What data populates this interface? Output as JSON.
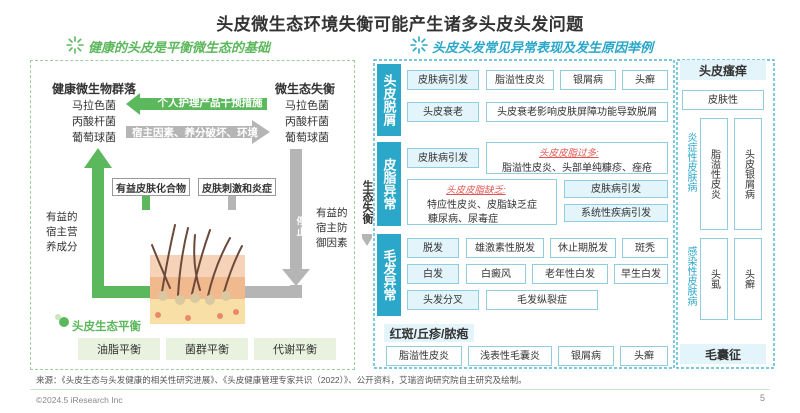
{
  "title": "头皮微生态环境失衡可能产生诸多头皮头发问题",
  "left_section": {
    "heading": "健康的头皮是平衡微生态的基础",
    "healthy_head": "健康微生物群落",
    "healthy_items": [
      "马拉色菌",
      "丙酸杆菌",
      "葡萄球菌"
    ],
    "imbalance_head": "微生态失衡",
    "imbalance_items": [
      "马拉色菌",
      "丙酸杆菌",
      "葡萄球菌"
    ],
    "arrow_top": "个人护理产品干预措施",
    "arrow_bottom": "宿主因素、养分破坏、环境",
    "compound_box": "有益皮肤化合物",
    "irritation_box": "皮肤刺激和炎症",
    "nutrient_text": [
      "有益的",
      "宿主营",
      "养成分"
    ],
    "defense_text": [
      "有益的",
      "宿主防",
      "御因素"
    ],
    "stop_label": "停止",
    "balance_head": "头皮生态平衡",
    "balance_items": [
      "油脂平衡",
      "菌群平衡",
      "代谢平衡"
    ]
  },
  "middle_label": "生态失衡",
  "right_section": {
    "heading": "头皮头发常见异常表现及发生原因举例",
    "categories": {
      "scurf": "头皮脱屑",
      "oily": "皮脂异常",
      "hair": "毛发异常",
      "redbump": "红斑/丘疹/脓疱"
    },
    "scurf_row1": [
      "皮肤病引发",
      "脂溢性皮炎",
      "银屑病",
      "头癣"
    ],
    "scurf_row2": [
      "头皮衰老",
      "头皮衰老影响皮肤屏障功能导致脱屑"
    ],
    "oily_row1_cause": "皮肤病引发",
    "oily_excess_note": "头皮皮脂过多:",
    "oily_excess_detail": "脂溢性皮炎、头部单纯糠疹、痤疮",
    "oily_deficit_note": "头皮皮脂缺乏:",
    "oily_deficit_detail1": "特应性皮炎、皮脂缺乏症",
    "oily_deficit_detail2": "糠尿病、尿毒症",
    "oily_causes": [
      "皮肤病引发",
      "系统性疾病引发"
    ],
    "hair_rows": [
      [
        "脱发",
        "雄激素性脱发",
        "休止期脱发",
        "斑秃"
      ],
      [
        "白发",
        "白癜风",
        "老年性白发",
        "早生白发"
      ],
      [
        "头发分叉",
        "毛发纵裂症"
      ]
    ],
    "redbump_items": [
      "脂溢性皮炎",
      "浅表性毛囊炎",
      "银屑病",
      "头癣"
    ],
    "itch_head": "头皮瘙痒",
    "itch_skin": "皮肤性",
    "inflammatory_label": "炎症性皮肤病",
    "inflammatory_items": [
      "脂溢性皮炎",
      "头皮银屑病"
    ],
    "infectious_label": "感染性皮肤病",
    "infectious_items": [
      "头虱",
      "头癣"
    ],
    "folliculitis": "毛囊征"
  },
  "footer": {
    "source": "来源：《头皮生态与头发健康的相关性研究进展》、《头皮健康管理专家共识（2022）》、公开资料，艾瑞咨询研究院自主研究及绘制。",
    "copyright": "©2024.5 iResearch Inc",
    "page": "5"
  },
  "colors": {
    "green": "#5cb85c",
    "blue": "#2aa7c9",
    "light_blue": "#e3f4fa",
    "gray_arrow": "#b5b5b5",
    "light_green": "#e8f2de"
  }
}
